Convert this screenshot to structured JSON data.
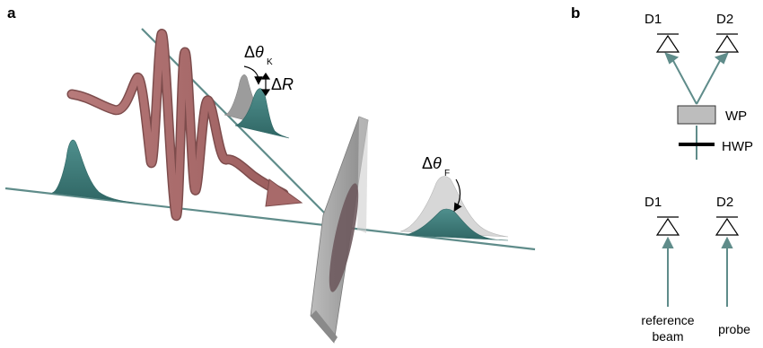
{
  "panel_a": {
    "label": "a",
    "delta_theta_k": {
      "prefix": "Δ",
      "symbol": "θ",
      "subscript": "K"
    },
    "delta_r": {
      "prefix": "Δ",
      "symbol": "R"
    },
    "delta_theta_f": {
      "prefix": "Δ",
      "symbol": "θ",
      "subscript": "F"
    }
  },
  "panel_b": {
    "label": "b",
    "top": {
      "detectors": [
        "D1",
        "D2"
      ],
      "waveplate_label": "WP",
      "halfwaveplate_label": "HWP"
    },
    "bottom": {
      "detectors": [
        "D1",
        "D2"
      ],
      "reference_label_line1": "reference",
      "reference_label_line2": "beam",
      "probe_label": "probe"
    }
  },
  "colors": {
    "beam": "#5f8c8a",
    "pulse_fill": "#3f7f7e",
    "pulse_ghost": "#c9c9c9",
    "pump_wave": "#a86a6a",
    "sample_plate": "#9e9e9e",
    "sample_spot": "#6e5a5e",
    "waveplate": "#bdbdbd"
  }
}
